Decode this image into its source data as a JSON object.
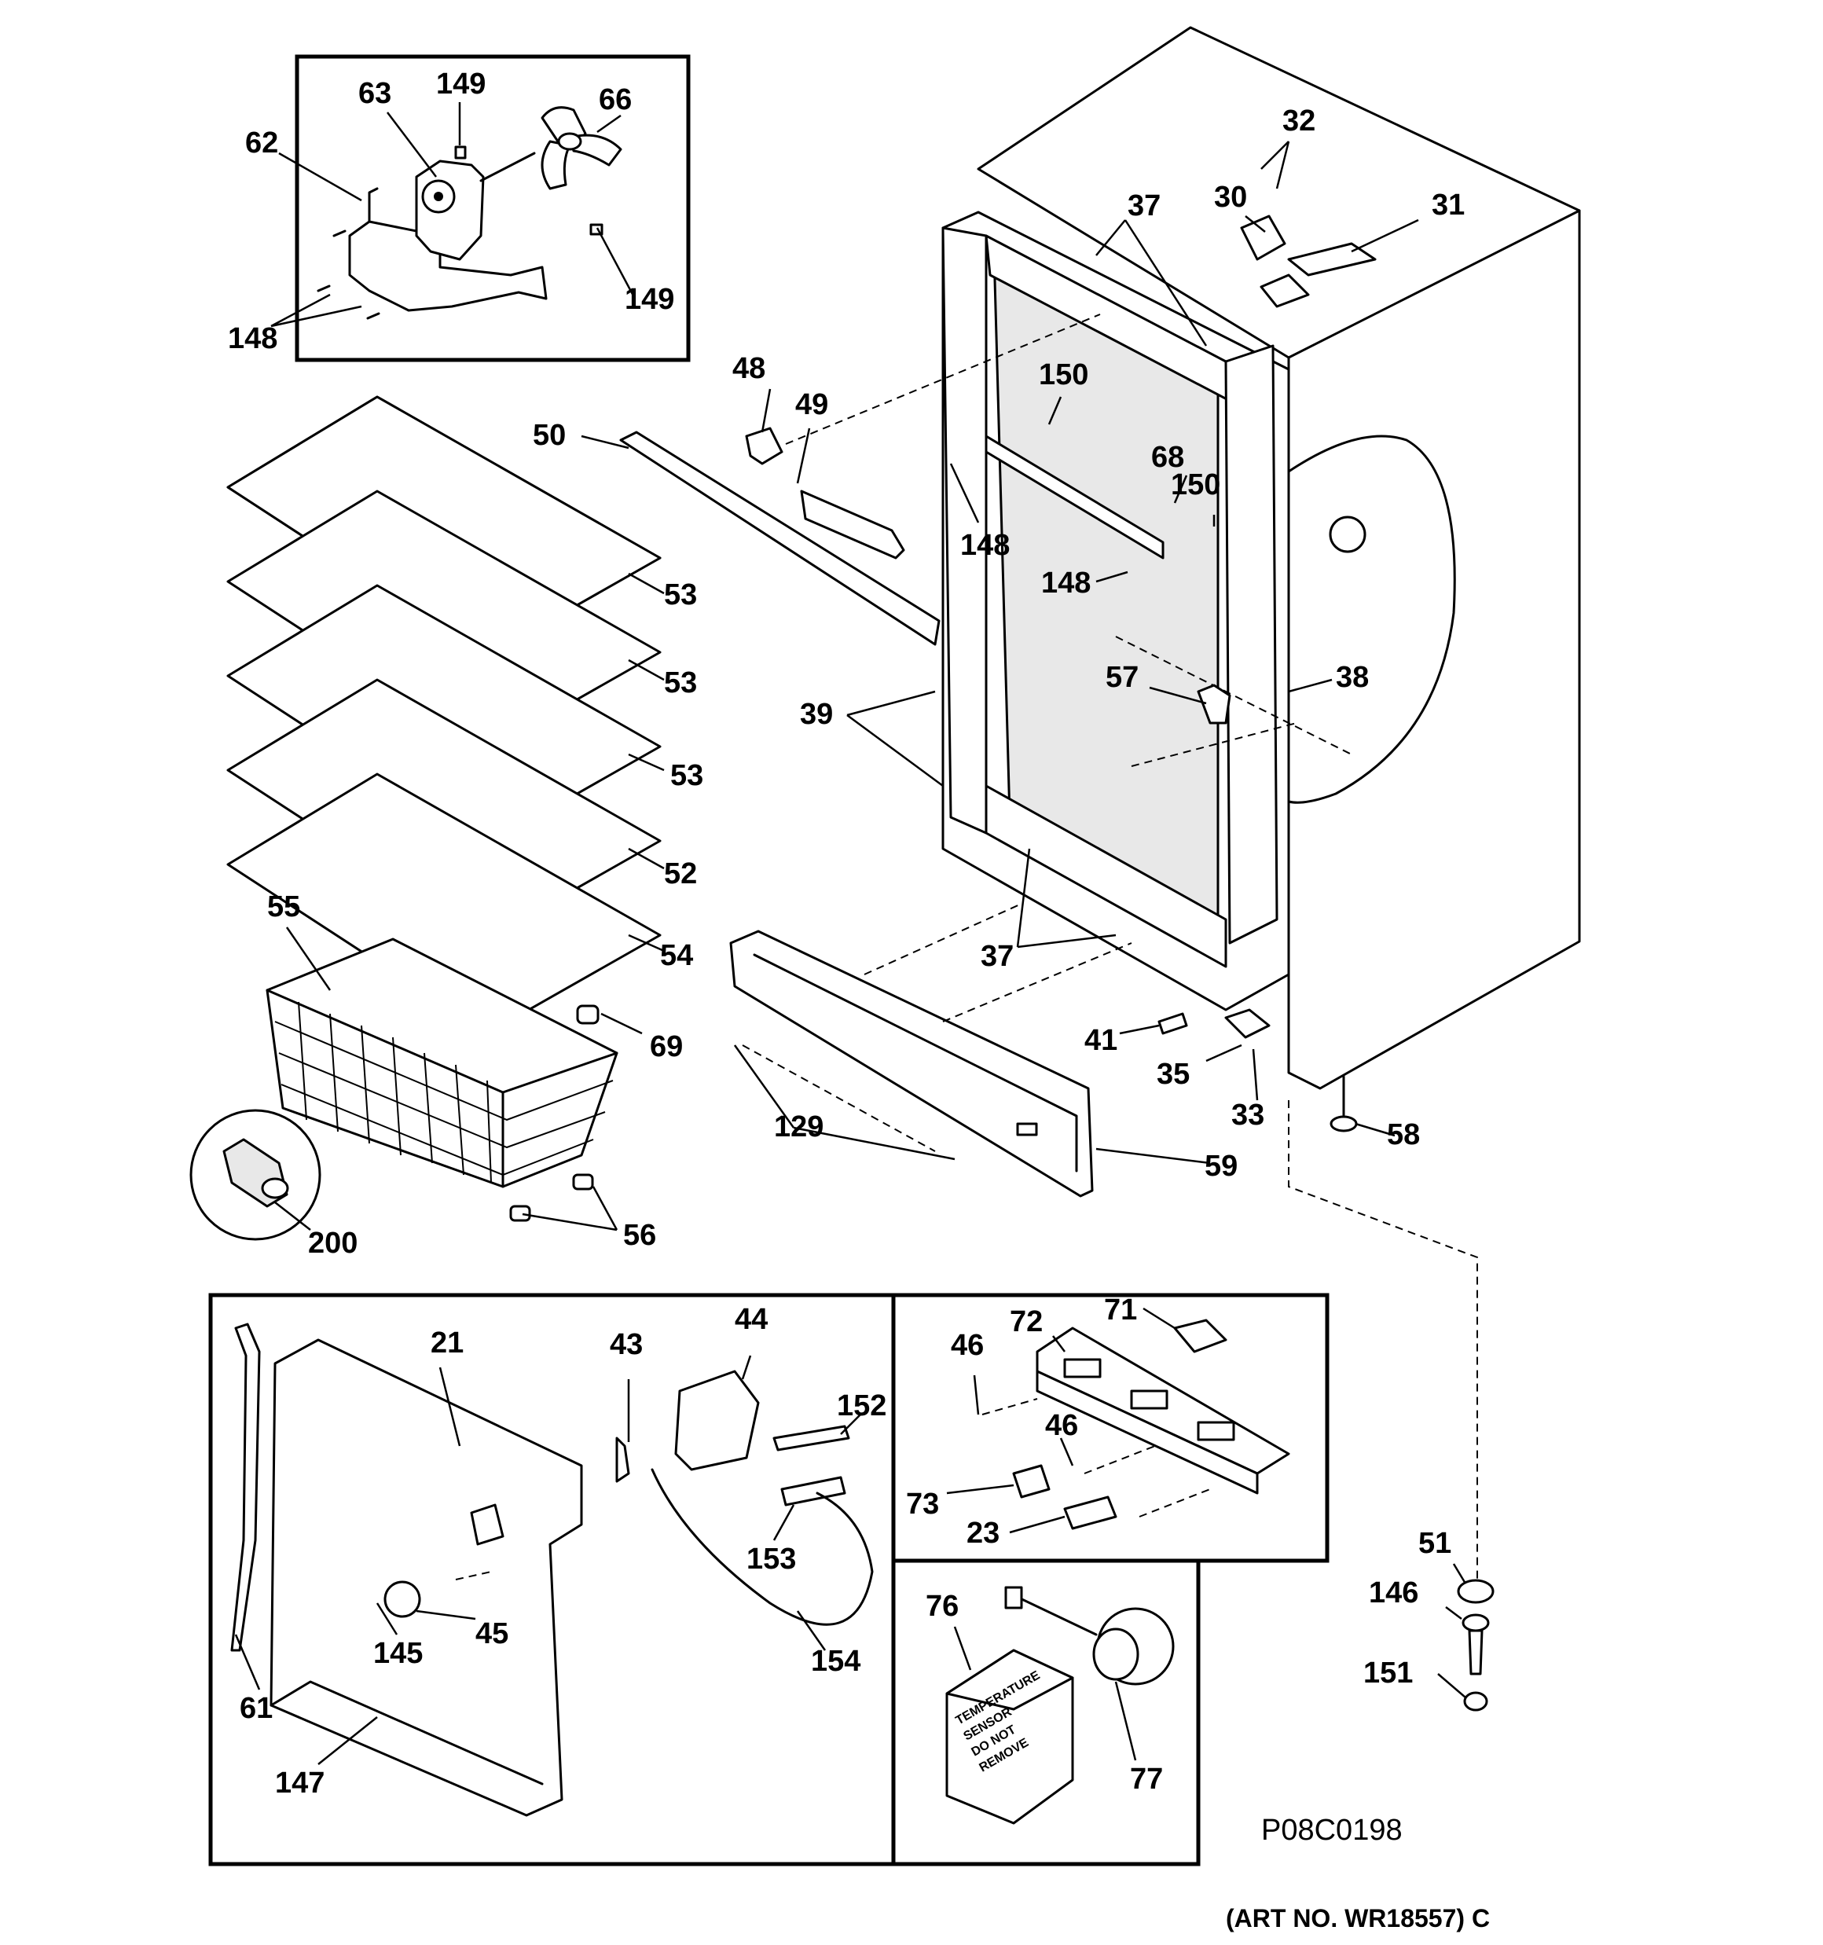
{
  "figure": {
    "document_code": "P08C0198",
    "art_number": "(ART NO. WR18557) C"
  },
  "callouts": {
    "c62": "62",
    "c63": "63",
    "c149a": "149",
    "c66": "66",
    "c149b": "149",
    "c148a": "148",
    "c48": "48",
    "c49": "49",
    "c50": "50",
    "c53a": "53",
    "c53b": "53",
    "c53c": "53",
    "c52": "52",
    "c54": "54",
    "c55": "55",
    "c69": "69",
    "c56": "56",
    "c200": "200",
    "c32": "32",
    "c30": "30",
    "c31": "31",
    "c37a": "37",
    "c150a": "150",
    "c68": "68",
    "c150b": "150",
    "c148b": "148",
    "c148c": "148",
    "c57": "57",
    "c38": "38",
    "c39": "39",
    "c37b": "37",
    "c41": "41",
    "c35": "35",
    "c33": "33",
    "c58": "58",
    "c129": "129",
    "c59": "59",
    "c21": "21",
    "c43": "43",
    "c44": "44",
    "c152": "152",
    "c153": "153",
    "c154": "154",
    "c45": "45",
    "c145": "145",
    "c61": "61",
    "c147": "147",
    "c46a": "46",
    "c72": "72",
    "c71": "71",
    "c46b": "46",
    "c73": "73",
    "c23": "23",
    "c76": "76",
    "c77": "77",
    "c51": "51",
    "c146": "146",
    "c151": "151"
  },
  "sensor_label": [
    "TEMPERATURE",
    "SENSOR",
    "DO NOT",
    "REMOVE"
  ]
}
